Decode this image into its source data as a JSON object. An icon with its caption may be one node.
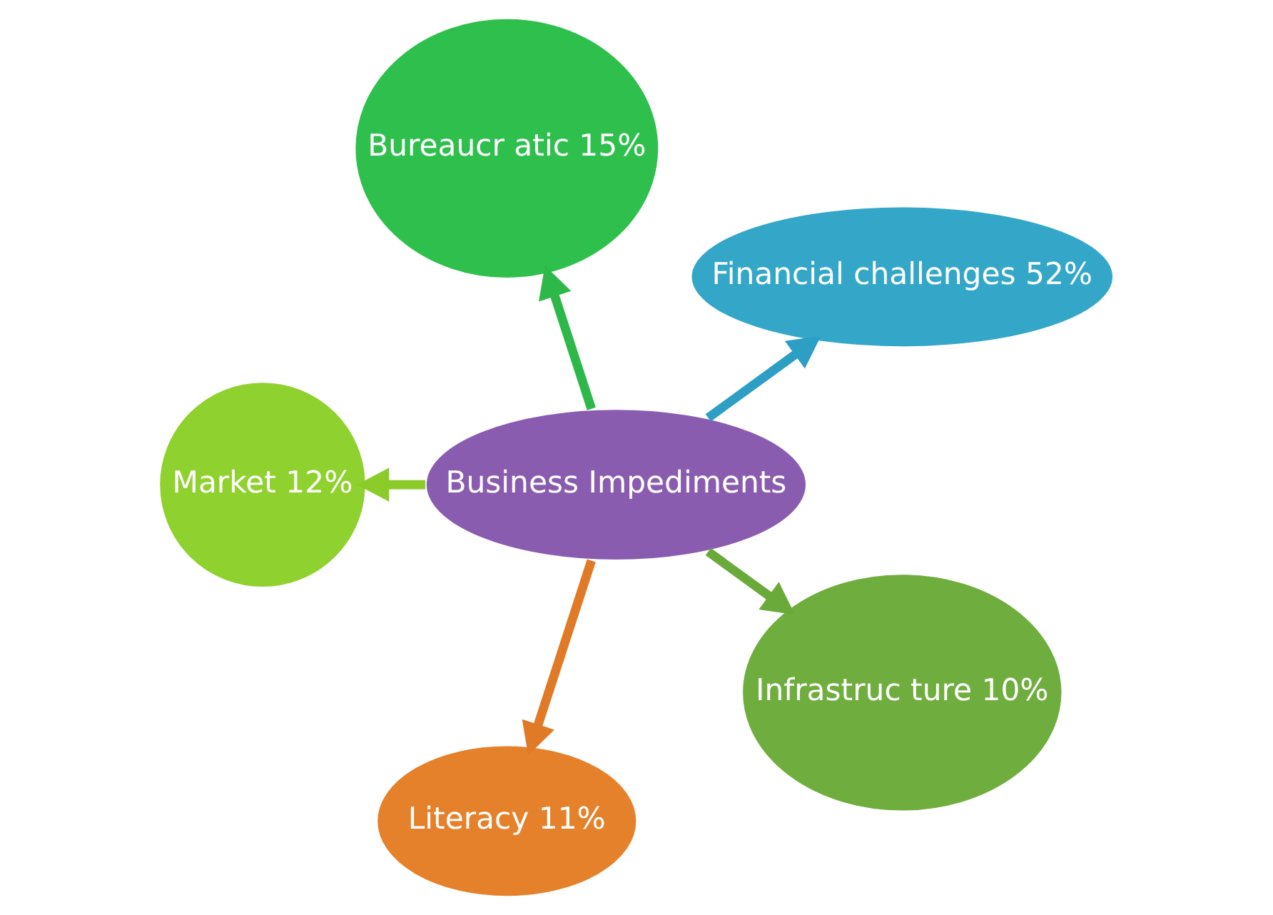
{
  "diagram": {
    "nodes": [
      {
        "text": [
          "Business Impediments"
        ]
      },
      {
        "text": [
          "Financial challenges 52%"
        ]
      },
      {
        "text": [
          "Bureaucr atic 15%"
        ]
      },
      {
        "text": [
          "Market 12%"
        ]
      },
      {
        "text": [
          "Literacy 11%"
        ]
      },
      {
        "text": [
          "Infrastruc ture 10%"
        ]
      }
    ],
    "edges": [
      {
        "from": 0,
        "to": 1,
        "arrow": "to",
        "color": "#2e9fc4"
      },
      {
        "from": 0,
        "to": 2,
        "arrow": "to",
        "color": "#2fb84a"
      },
      {
        "from": 0,
        "to": 3,
        "arrow": "to",
        "color": "#8ccc2a"
      },
      {
        "from": 0,
        "to": 4,
        "arrow": "to",
        "color": "#e07a26"
      },
      {
        "from": 0,
        "to": 5,
        "arrow": "to",
        "color": "#6aaa3a"
      }
    ]
  }
}
